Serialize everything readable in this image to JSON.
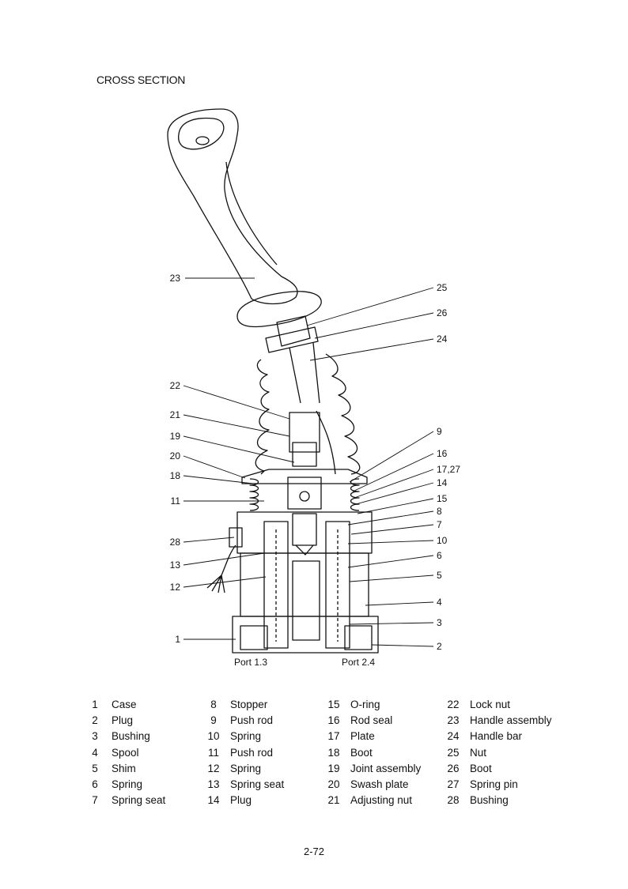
{
  "heading": "CROSS SECTION",
  "callouts_left": [
    "23",
    "22",
    "21",
    "19",
    "20",
    "18",
    "11",
    "28",
    "13",
    "12",
    "1"
  ],
  "callouts_right": [
    "25",
    "26",
    "24",
    "9",
    "16",
    "17,27",
    "14",
    "15",
    "8",
    "7",
    "10",
    "6",
    "5",
    "4",
    "3",
    "2"
  ],
  "ports": [
    "Port 1.3",
    "Port 2.4"
  ],
  "parts": [
    [
      {
        "num": "1",
        "name": "Case"
      },
      {
        "num": "2",
        "name": "Plug"
      },
      {
        "num": "3",
        "name": "Bushing"
      },
      {
        "num": "4",
        "name": "Spool"
      },
      {
        "num": "5",
        "name": "Shim"
      },
      {
        "num": "6",
        "name": "Spring"
      },
      {
        "num": "7",
        "name": "Spring seat"
      }
    ],
    [
      {
        "num": "8",
        "name": "Stopper"
      },
      {
        "num": "9",
        "name": "Push rod"
      },
      {
        "num": "10",
        "name": "Spring"
      },
      {
        "num": "11",
        "name": "Push rod"
      },
      {
        "num": "12",
        "name": "Spring"
      },
      {
        "num": "13",
        "name": "Spring seat"
      },
      {
        "num": "14",
        "name": "Plug"
      }
    ],
    [
      {
        "num": "15",
        "name": "O-ring"
      },
      {
        "num": "16",
        "name": "Rod seal"
      },
      {
        "num": "17",
        "name": "Plate"
      },
      {
        "num": "18",
        "name": "Boot"
      },
      {
        "num": "19",
        "name": "Joint assembly"
      },
      {
        "num": "20",
        "name": "Swash plate"
      },
      {
        "num": "21",
        "name": "Adjusting nut"
      }
    ],
    [
      {
        "num": "22",
        "name": "Lock nut"
      },
      {
        "num": "23",
        "name": "Handle assembly"
      },
      {
        "num": "24",
        "name": "Handle bar"
      },
      {
        "num": "25",
        "name": "Nut"
      },
      {
        "num": "26",
        "name": "Boot"
      },
      {
        "num": "27",
        "name": "Spring pin"
      },
      {
        "num": "28",
        "name": "Bushing"
      }
    ]
  ],
  "page_number": "2-72"
}
